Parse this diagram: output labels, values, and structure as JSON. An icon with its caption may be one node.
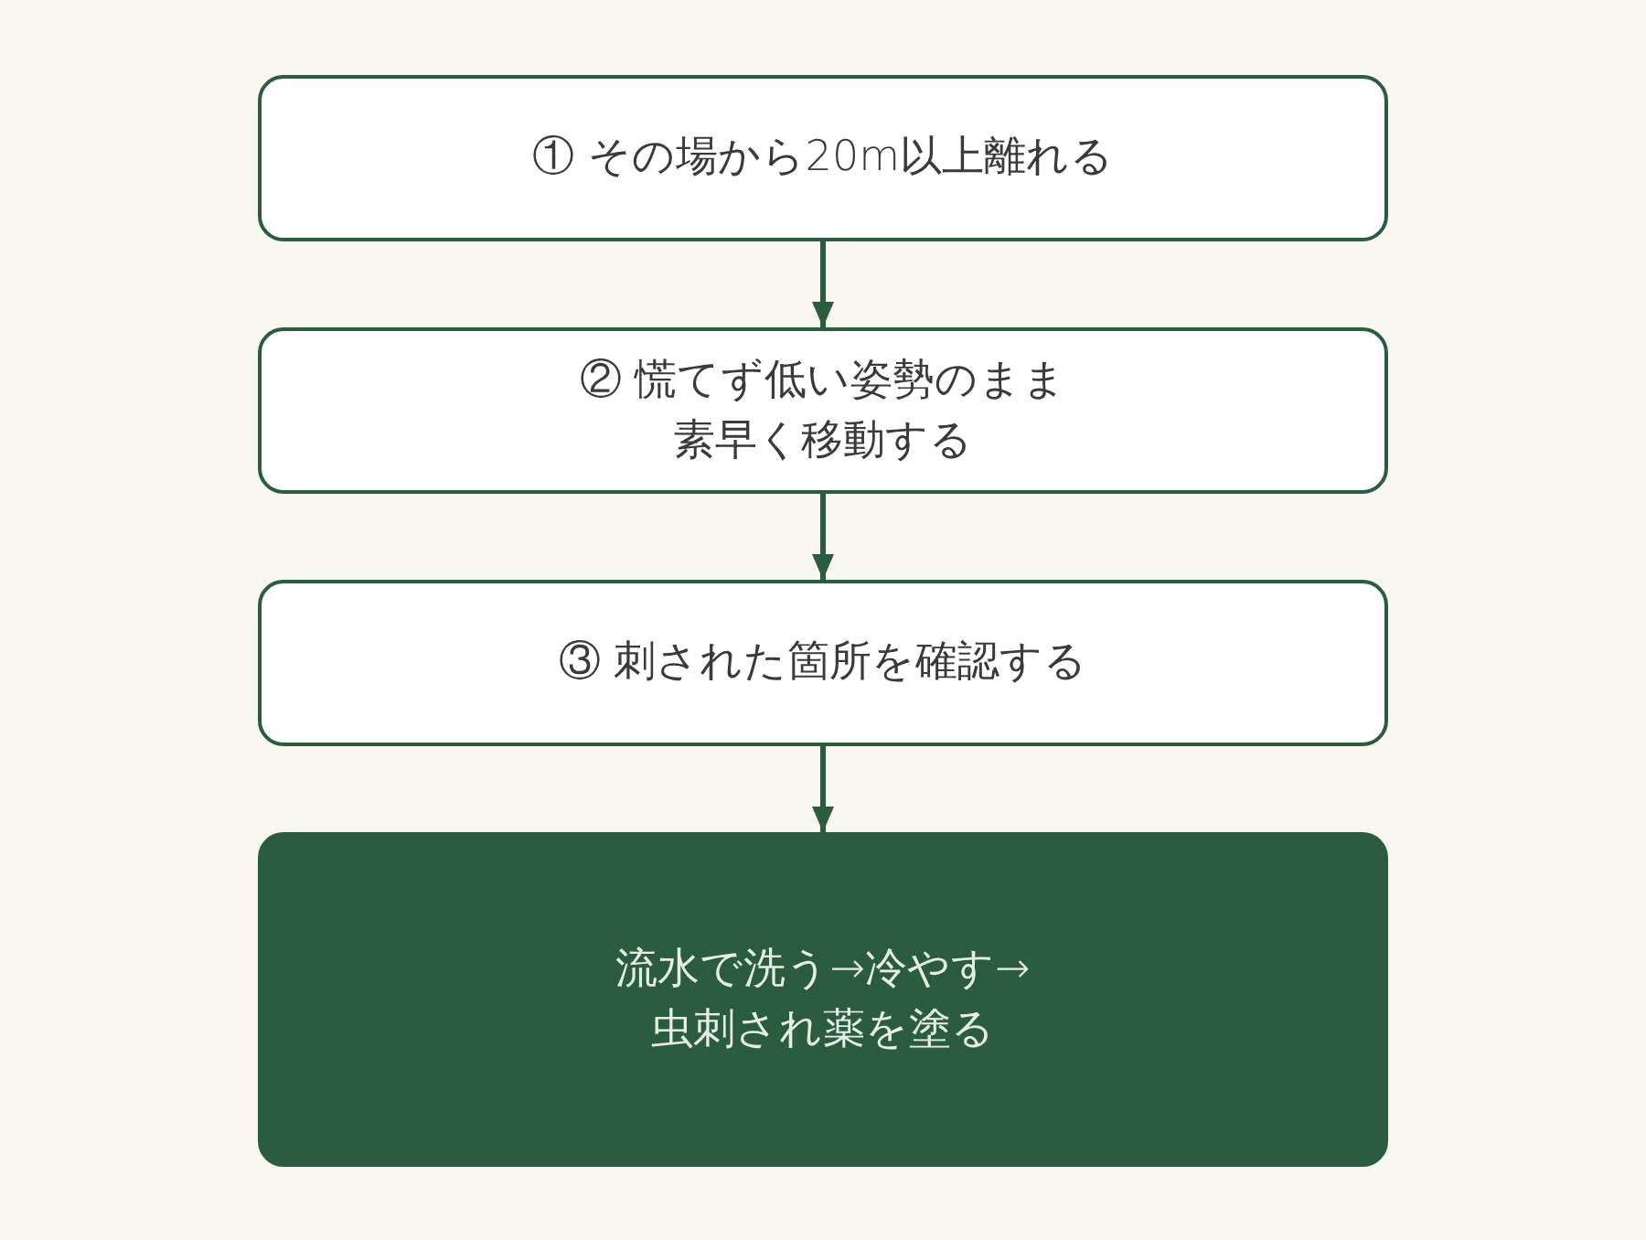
{
  "diagram": {
    "nodes": [
      {
        "text": [
          "① その場から20m以上離れる"
        ]
      },
      {
        "text": [
          "② 慌てず低い姿勢のまま素早く移動する"
        ]
      },
      {
        "text": [
          "③ 刺された箇所を確認する"
        ]
      },
      {
        "text": [
          "流水で洗う→冷やす→虫刺され薬を塗る"
        ]
      }
    ],
    "edges": [
      {
        "from": 0,
        "to": 1,
        "arrow": "to"
      },
      {
        "from": 1,
        "to": 2,
        "arrow": "to"
      },
      {
        "from": 2,
        "to": 3,
        "arrow": "to"
      }
    ]
  }
}
